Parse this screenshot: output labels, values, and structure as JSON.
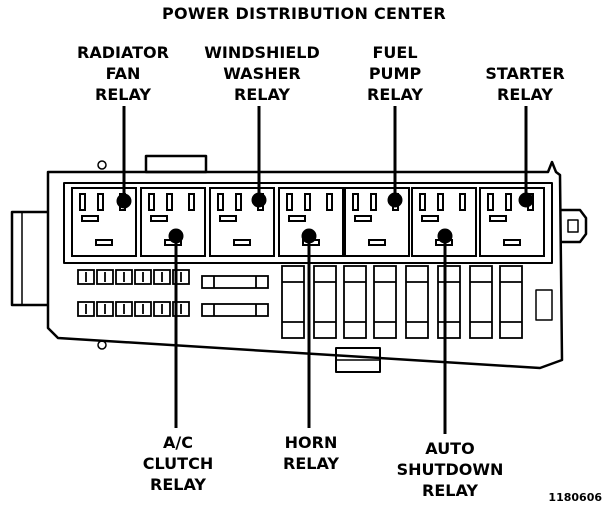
{
  "title": "POWER DISTRIBUTION CENTER",
  "labels": {
    "radiator_fan_relay": "RADIATOR\nFAN\nRELAY",
    "windshield_washer_relay": "WINDSHIELD\nWASHER\nRELAY",
    "fuel_pump_relay": "FUEL\nPUMP\nRELAY",
    "starter_relay": "STARTER\nRELAY",
    "ac_clutch_relay": "A/C\nCLUTCH\nRELAY",
    "horn_relay": "HORN\nRELAY",
    "auto_shutdown_relay": "AUTO\nSHUTDOWN\nRELAY"
  },
  "figure_id": "1180606"
}
